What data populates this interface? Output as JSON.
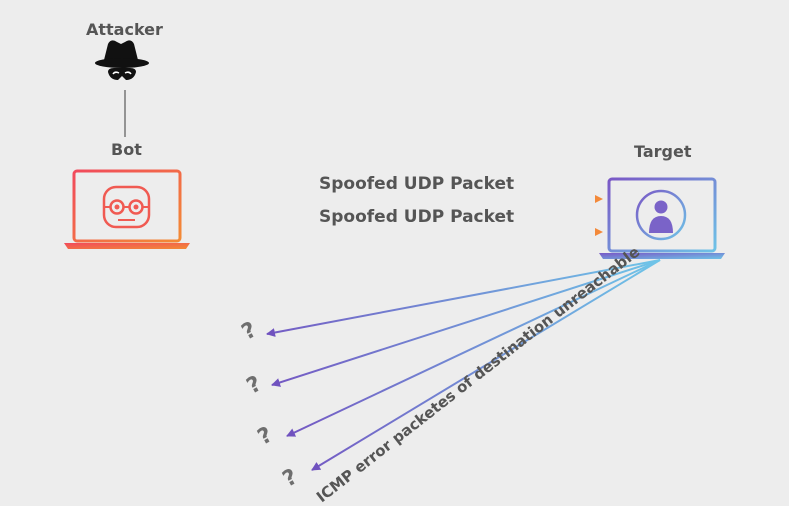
{
  "labels": {
    "attacker": "Attacker",
    "bot": "Bot",
    "target": "Target",
    "packet_1": "Spoofed UDP Packet",
    "packet_2": "Spoofed UDP Packet",
    "icmp": "ICMP error packetes of destination unreachable"
  },
  "unknown_marks": [
    "?",
    "?",
    "?",
    "?"
  ],
  "icons": {
    "attacker": "spy-hat-icon",
    "bot": "robot-face-icon",
    "target": "user-avatar-icon"
  },
  "colors": {
    "background": "#ededed",
    "bot_gradient_start": "#f14a5c",
    "bot_gradient_end": "#f38b34",
    "target_gradient_start": "#7a58c6",
    "target_gradient_end": "#6ec3e7",
    "label_text": "#555555"
  }
}
